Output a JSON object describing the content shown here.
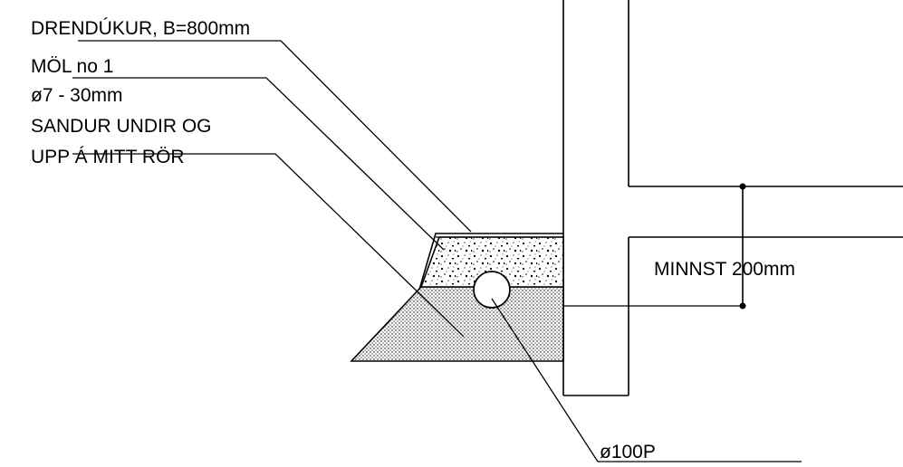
{
  "labels": {
    "drendukur": "DRENDÚKUR, B=800mm",
    "mol": "MÖL no 1",
    "grain": "ø7 - 30mm",
    "sandur_1": "SANDUR UNDIR OG",
    "sandur_2": "UPP Á MITT RÖR",
    "minnst": "MINNST 200mm",
    "pipe": "ø100P"
  },
  "colors": {
    "line": "#000000",
    "background": "#ffffff"
  }
}
